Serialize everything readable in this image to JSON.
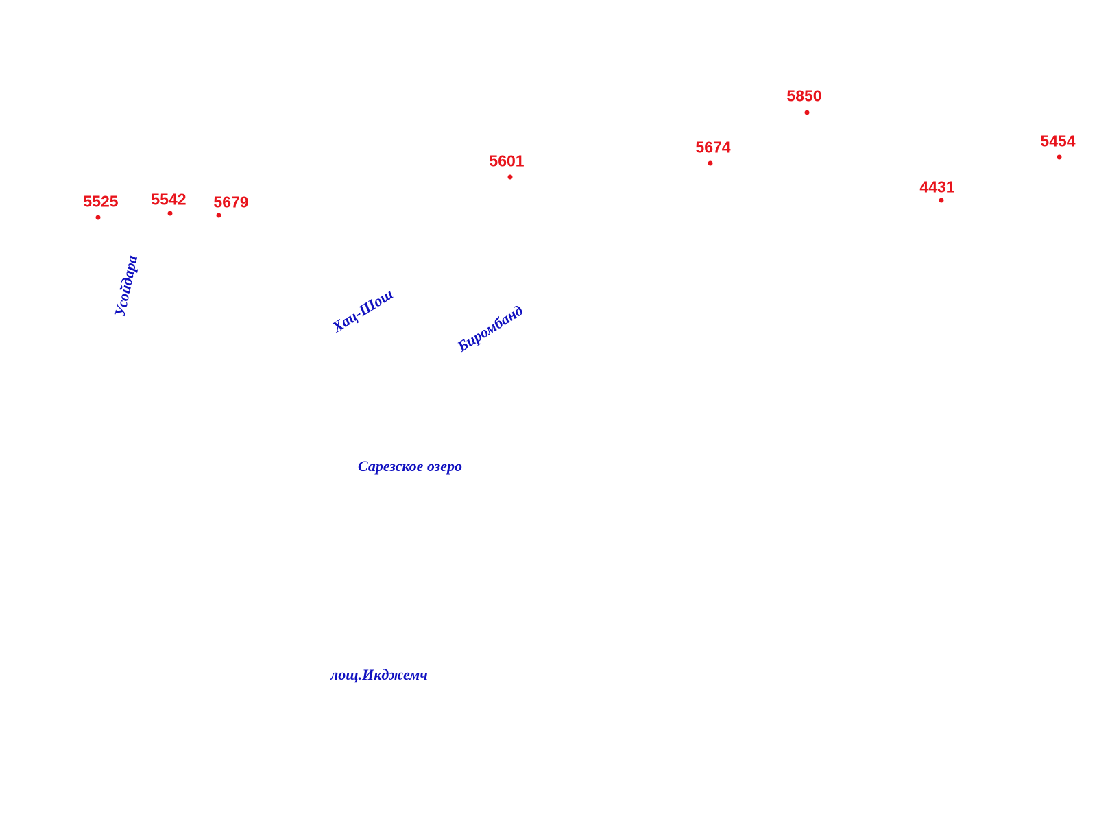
{
  "colors": {
    "elevation": "#e8141c",
    "place_name": "#1010c0",
    "background": "#ffffff"
  },
  "peaks": [
    {
      "elevation": "5525"
    },
    {
      "elevation": "5542"
    },
    {
      "elevation": "5679"
    },
    {
      "elevation": "5601"
    },
    {
      "elevation": "5674"
    },
    {
      "elevation": "5850"
    },
    {
      "elevation": "4431"
    },
    {
      "elevation": "5454"
    }
  ],
  "places": [
    {
      "name": "Усойдара"
    },
    {
      "name": "Хац-Шош"
    },
    {
      "name": "Биромбанд"
    },
    {
      "name": "Сарезское озеро"
    },
    {
      "name": "лощ.Икджемч"
    }
  ]
}
